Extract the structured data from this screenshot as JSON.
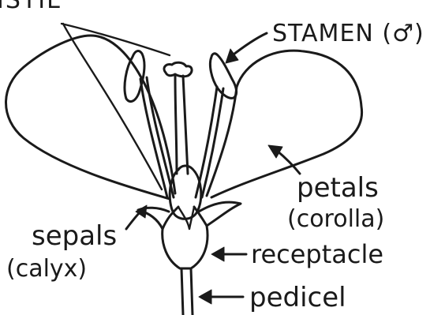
{
  "labels": {
    "top_cut": "ISTIL",
    "stamen": "STAMEN (♂)",
    "petals": "petals",
    "corolla": "(corolla)",
    "sepals": "sepals",
    "calyx": "(calyx)",
    "receptacle": "receptacle",
    "pedicel": "pedicel"
  },
  "colors": {
    "ink": "#1a1a1a",
    "paper": "#ffffff"
  }
}
